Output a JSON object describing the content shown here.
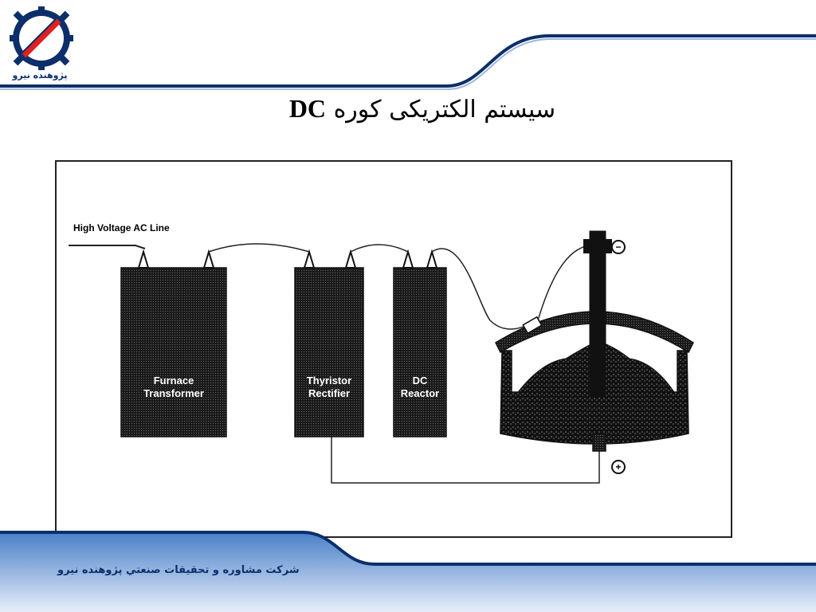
{
  "logo": {
    "text": "پژوهنده نیرو"
  },
  "title": {
    "text_fa": "سیستم الکتریکی کوره",
    "text_dc": "DC"
  },
  "diagram": {
    "ac_line_label": "High Voltage AC Line",
    "boxes": [
      {
        "line1": "Furnace",
        "line2": "Transformer"
      },
      {
        "line1": "Thyristor",
        "line2": "Rectifier"
      },
      {
        "line1": "DC",
        "line2": "Reactor"
      }
    ],
    "negative_terminal": "−",
    "positive_terminal": "+"
  },
  "footer": {
    "text": "شرکت مشاوره و تحقیقات صنعتي پژوهنده نيرو"
  },
  "colors": {
    "brand_blue": "#0b2f6b",
    "accent_red": "#e02020",
    "footer_gradient_top": "#4a7fc8",
    "footer_gradient_bottom": "#e6eefa"
  }
}
